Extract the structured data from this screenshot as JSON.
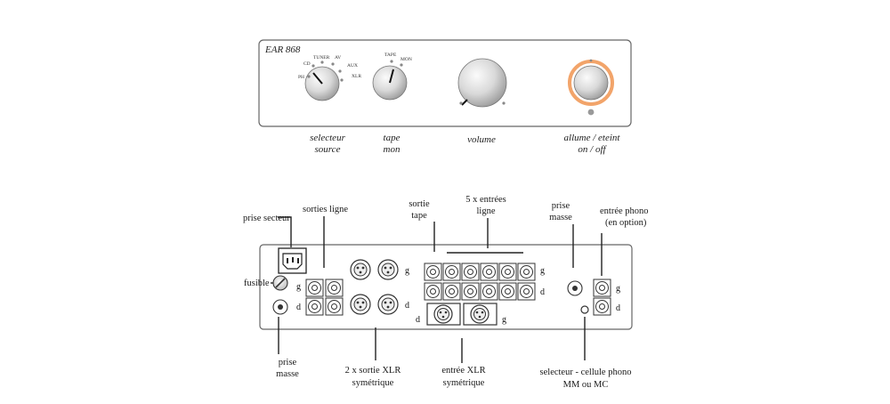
{
  "front_panel": {
    "brand": "EAR 868",
    "source_positions": [
      "PH",
      "CD",
      "TUNER",
      "AV",
      "AUX",
      "XLR"
    ],
    "tape_positions": [
      "TAPE",
      "MON"
    ],
    "captions": {
      "selector_line1": "selecteur",
      "selector_line2": "source",
      "tape_line1": "tape",
      "tape_line2": "mon",
      "volume": "volume",
      "power_line1": "allume / eteint",
      "power_line2": "on / off"
    },
    "power_ring_color": "#f2a46a"
  },
  "rear_panel": {
    "labels": {
      "mains_socket": "prise secteur",
      "line_outputs": "sorties ligne",
      "tape_out_line1": "sortie",
      "tape_out_line2": "tape",
      "line_inputs_line1": "5 x entrées",
      "line_inputs_line2": "ligne",
      "ground_top_line1": "prise",
      "ground_top_line2": "masse",
      "phono_in_line1": "entrée phono",
      "phono_in_line2": "(en option)",
      "fuse": "fusible",
      "ground_bottom_line1": "prise",
      "ground_bottom_line2": "masse",
      "xlr_out_line1": "2 x sortie XLR",
      "xlr_out_line2": "symétrique",
      "xlr_in_line1": "entrée XLR",
      "xlr_in_line2": "symétrique",
      "cartridge_selector_line1": "selecteur - cellule phono",
      "cartridge_selector_line2": "MM ou MC"
    },
    "channel_left": "g",
    "channel_right": "d"
  }
}
